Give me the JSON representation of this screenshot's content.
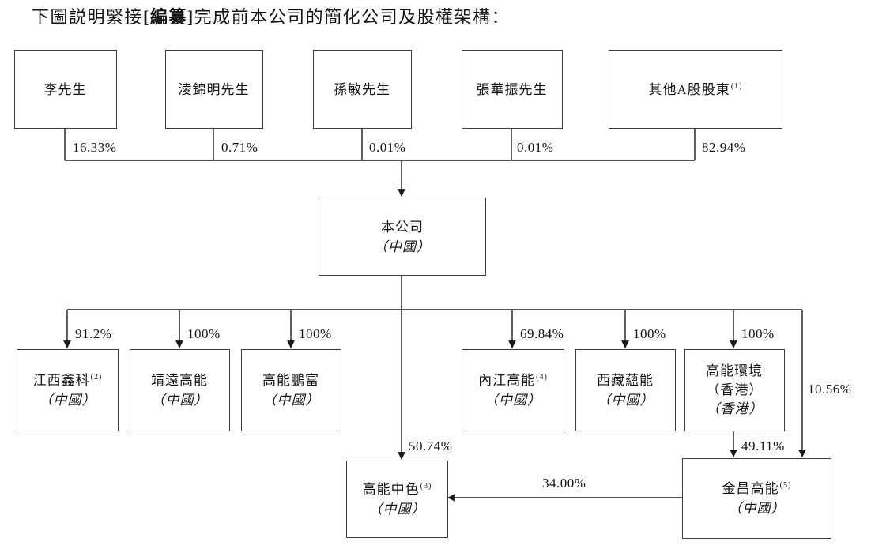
{
  "title": {
    "pre": "下圖説明緊接",
    "bracket": "[編纂]",
    "post": "完成前本公司的簡化公司及股權架構："
  },
  "shareholders": [
    {
      "name": "李先生",
      "sup": "",
      "pct": "16.33%"
    },
    {
      "name": "淩錦明先生",
      "sup": "",
      "pct": "0.71%"
    },
    {
      "name": "孫敏先生",
      "sup": "",
      "pct": "0.01%"
    },
    {
      "name": "張華振先生",
      "sup": "",
      "pct": "0.01%"
    },
    {
      "name": "其他A股股東",
      "sup": "(1)",
      "pct": "82.94%"
    }
  ],
  "company": {
    "name": "本公司",
    "jurisdiction": "（中國）"
  },
  "subsidiaries": [
    {
      "name": "江西鑫科",
      "sup": "(2)",
      "jurisdiction": "（中國）",
      "pct": "91.2%"
    },
    {
      "name": "靖遠高能",
      "sup": "",
      "jurisdiction": "（中國）",
      "pct": "100%"
    },
    {
      "name": "高能鵬富",
      "sup": "",
      "jurisdiction": "（中國）",
      "pct": "100%"
    },
    {
      "name": "內江高能",
      "sup": "(4)",
      "jurisdiction": "（中國）",
      "pct": "69.84%"
    },
    {
      "name": "西藏蘊能",
      "sup": "",
      "jurisdiction": "（中國）",
      "pct": "100%"
    },
    {
      "name": "高能環境",
      "name2": "（香港）",
      "sup": "",
      "jurisdiction": "（香港）",
      "pct": "100%"
    }
  ],
  "lower_entities": [
    {
      "name": "高能中色",
      "sup": "(3)",
      "jurisdiction": "（中國）"
    },
    {
      "name": "金昌高能",
      "sup": "(5)",
      "jurisdiction": "（中國）"
    }
  ],
  "links": {
    "company_to_gaoneng_zhongse": "50.74%",
    "hk_to_jinchang": "49.11%",
    "company_to_jinchang": "10.56%",
    "jinchang_to_gaoneng_zhongse": "34.00%"
  },
  "colors": {
    "line": "#1a1a1a",
    "border": "#3c3c3c",
    "text": "#141414",
    "background": "#ffffff"
  }
}
